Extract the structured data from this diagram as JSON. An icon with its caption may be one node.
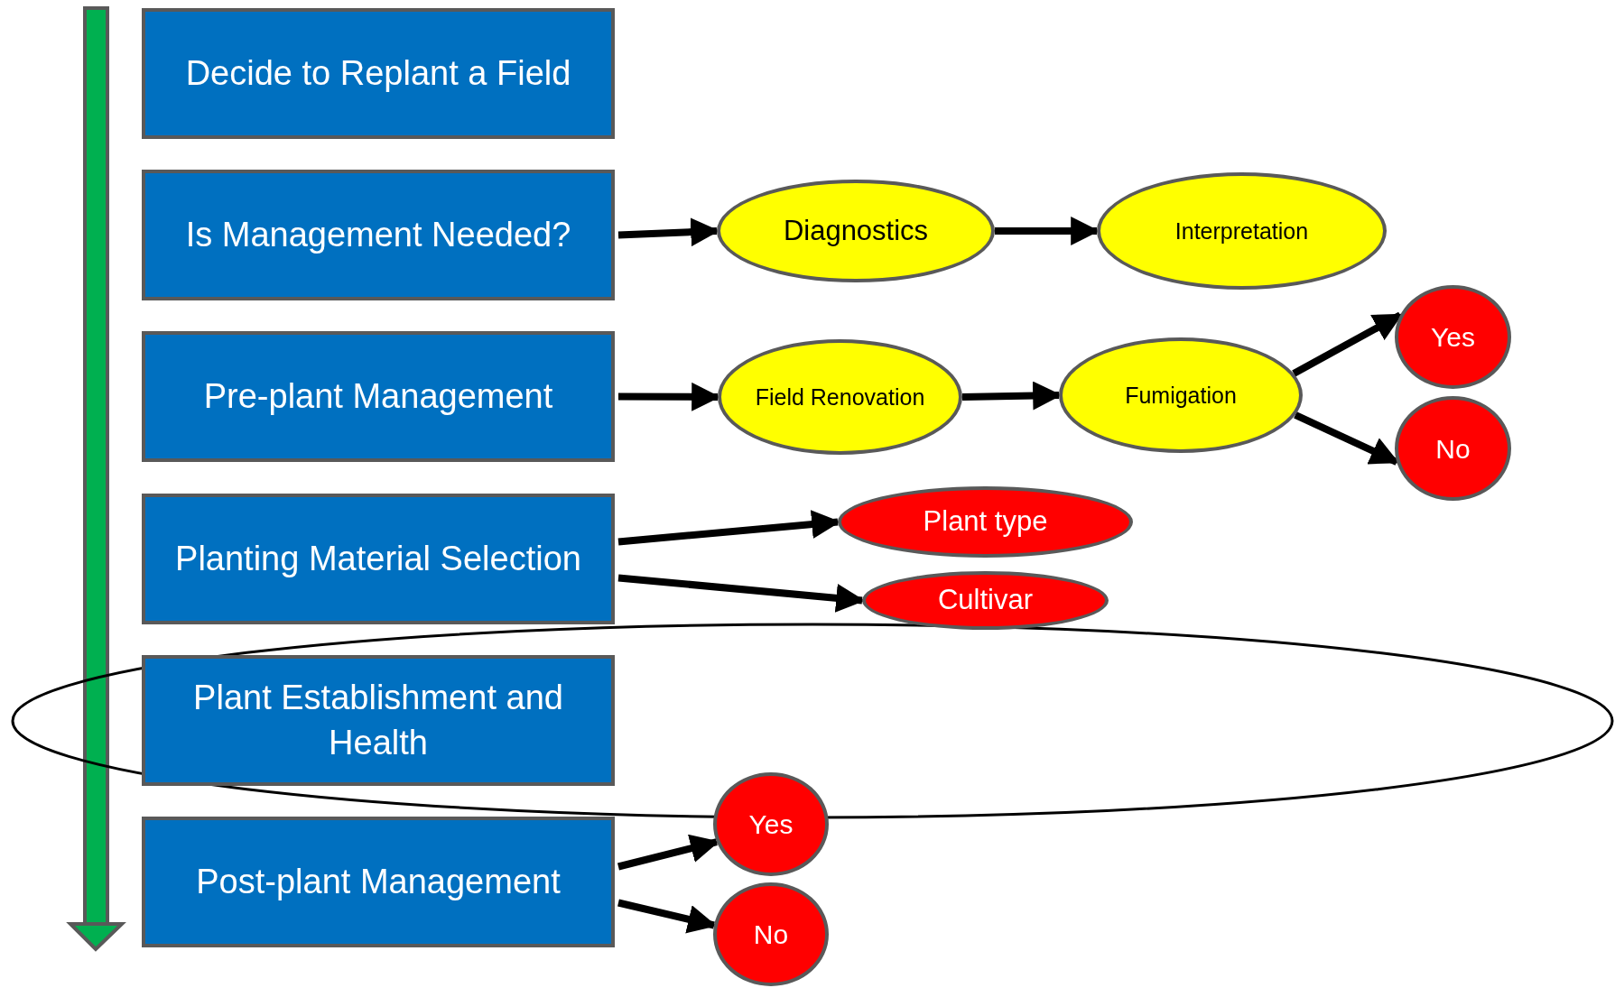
{
  "diagram": {
    "nodes": [
      {
        "text": [
          "Decide to Replant a Field"
        ]
      },
      {
        "text": [
          "Is Management Needed?"
        ]
      },
      {
        "text": [
          "Diagnostics"
        ]
      },
      {
        "text": [
          "Interpretation"
        ]
      },
      {
        "text": [
          "Pre-plant Management"
        ]
      },
      {
        "text": [
          "Field Renovation"
        ]
      },
      {
        "text": [
          "Fumigation"
        ]
      },
      {
        "text": [
          "Yes"
        ]
      },
      {
        "text": [
          "No"
        ]
      },
      {
        "text": [
          "Planting Material Selection"
        ]
      },
      {
        "text": [
          "Plant type"
        ]
      },
      {
        "text": [
          "Cultivar"
        ]
      },
      {
        "text": [
          "Plant Establishment and Health"
        ]
      },
      {
        "text": [
          "Post-plant Management"
        ]
      },
      {
        "text": [
          "Yes"
        ]
      },
      {
        "text": [
          "No"
        ]
      }
    ],
    "edges": [
      {
        "from": 1,
        "to": 2,
        "arrow": "to"
      },
      {
        "from": 2,
        "to": 3,
        "arrow": "to"
      },
      {
        "from": 4,
        "to": 5,
        "arrow": "to"
      },
      {
        "from": 5,
        "to": 6,
        "arrow": "to"
      },
      {
        "from": 6,
        "to": 7,
        "arrow": "to"
      },
      {
        "from": 6,
        "to": 8,
        "arrow": "to"
      },
      {
        "from": 9,
        "to": 10,
        "arrow": "to"
      },
      {
        "from": 9,
        "to": 11,
        "arrow": "to"
      },
      {
        "from": 13,
        "to": 14,
        "arrow": "to"
      },
      {
        "from": 13,
        "to": 15,
        "arrow": "to"
      }
    ]
  }
}
